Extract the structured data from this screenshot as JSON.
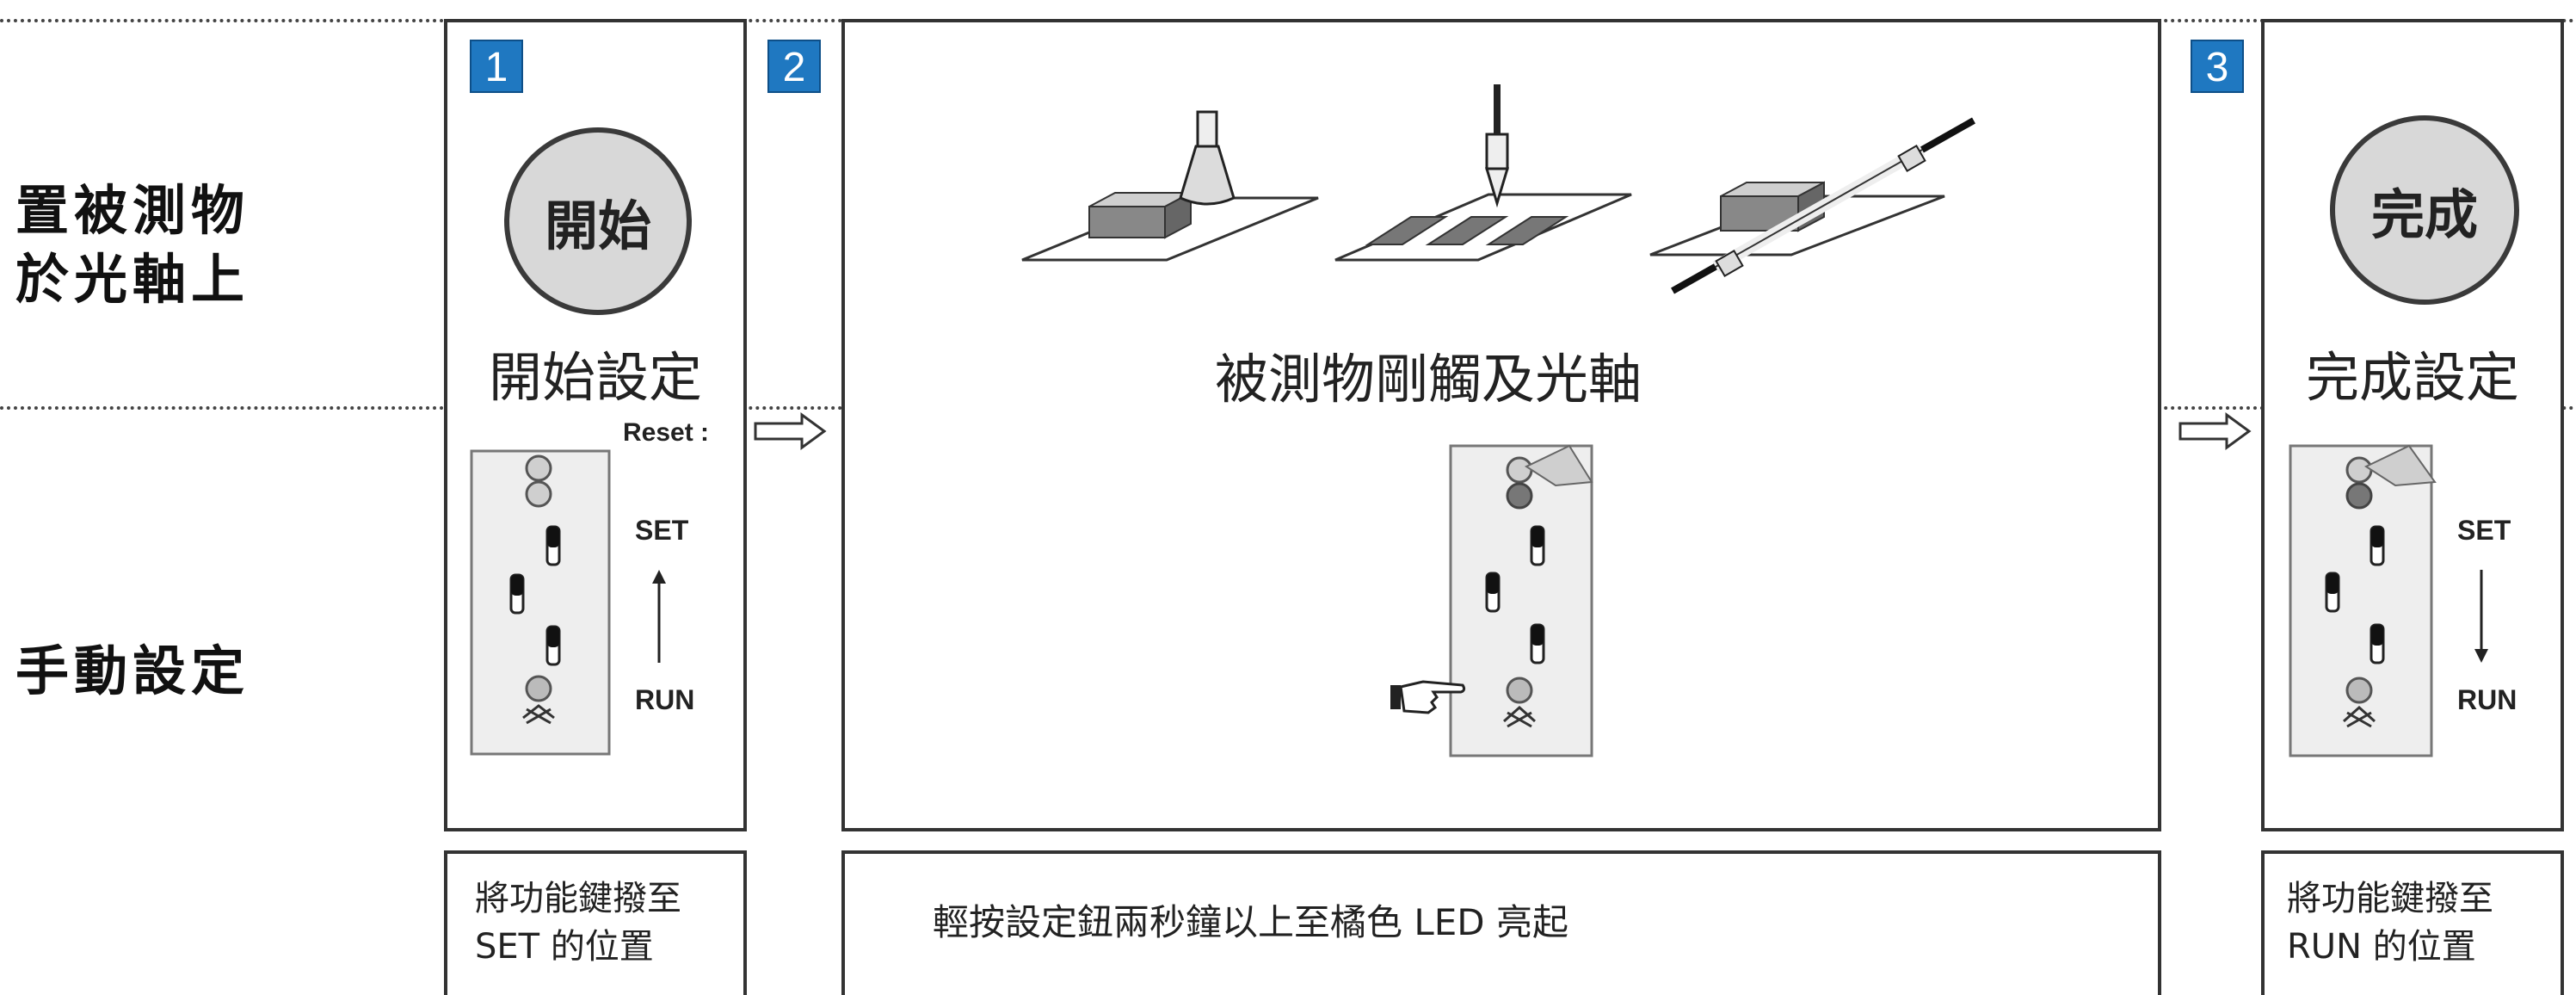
{
  "rows": {
    "top_label_line1": "置被測物",
    "top_label_line2": "於光軸上",
    "bottom_label": "手動設定"
  },
  "steps": [
    {
      "number": "1",
      "circle_text": "開始",
      "caption": "開始設定",
      "reset_label": "Reset :",
      "set_label": "SET",
      "run_label": "RUN",
      "note_line1": "將功能鍵撥至",
      "note_line2": "SET 的位置"
    },
    {
      "number": "2",
      "caption": "被測物剛觸及光軸",
      "note": "輕按設定鈕兩秒鐘以上至橘色 LED 亮起"
    },
    {
      "number": "3",
      "circle_text": "完成",
      "caption": "完成設定",
      "set_label": "SET",
      "run_label": "RUN",
      "note_line1": "將功能鍵撥至",
      "note_line2": "RUN 的位置"
    }
  ],
  "icons": [
    "arrow-right-icon",
    "hand-pointer-icon",
    "sensor-panel-icon",
    "arrow-up-icon",
    "arrow-down-icon"
  ]
}
